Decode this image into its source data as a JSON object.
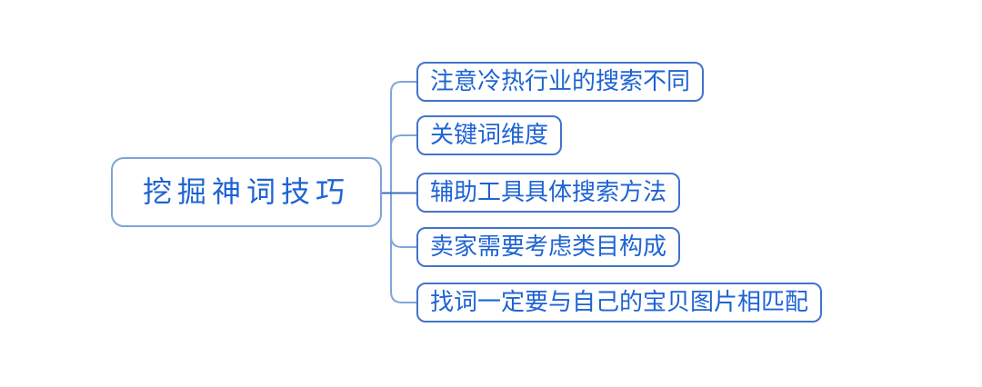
{
  "diagram": {
    "type": "mindmap",
    "root": {
      "label": "挖掘神词技巧"
    },
    "children": [
      {
        "label": "注意冷热行业的搜索不同"
      },
      {
        "label": "关键词维度"
      },
      {
        "label": "辅助工具具体搜索方法"
      },
      {
        "label": "卖家需要考虑类目构成"
      },
      {
        "label": "找词一定要与自己的宝贝图片相匹配"
      }
    ]
  },
  "colors": {
    "background": "#ffffff",
    "text": "#1e63d4",
    "root_border": "#7ea3d8",
    "child_border": "#4273cc",
    "connector_light": "#7fa6da",
    "connector_dark": "#3a6bc6"
  }
}
